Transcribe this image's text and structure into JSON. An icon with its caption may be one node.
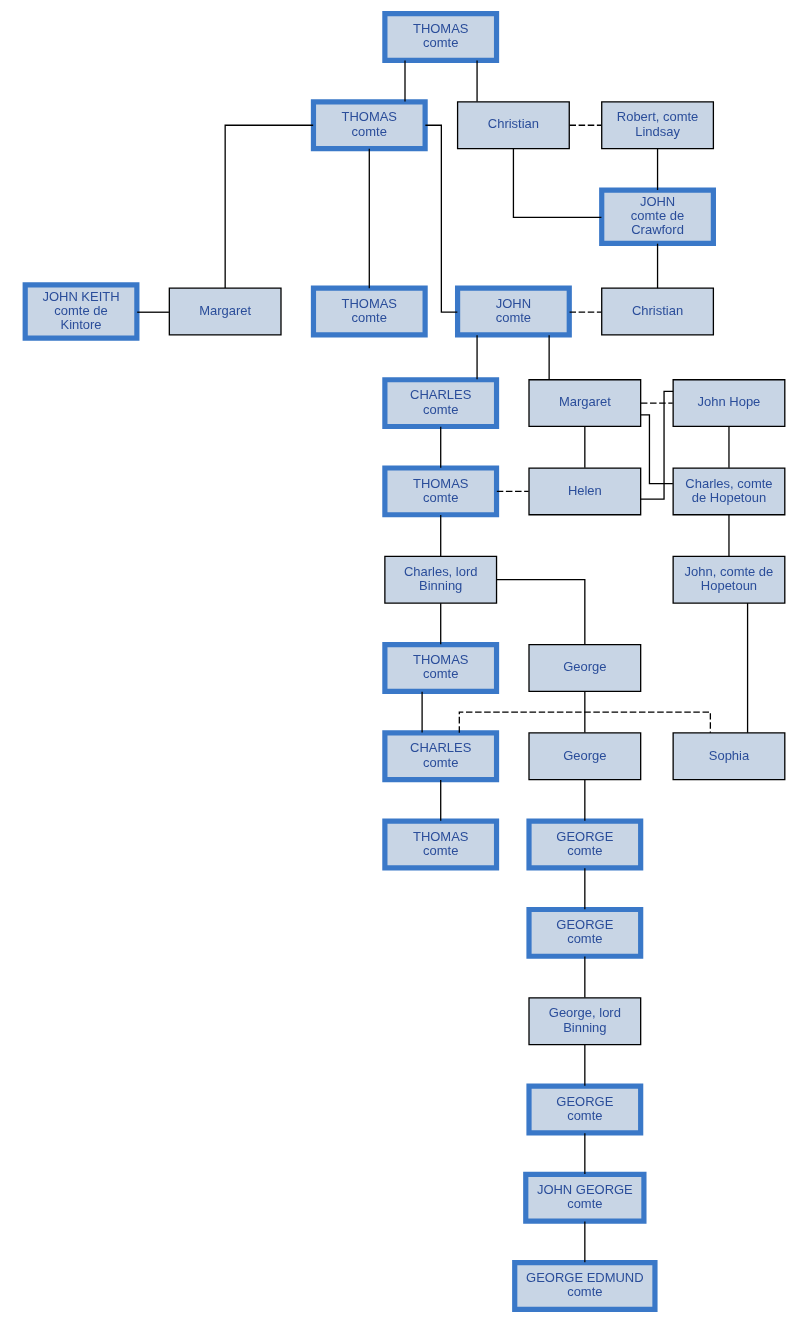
{
  "diagram": {
    "nodes": [
      {
        "text": [
          "THOMAS",
          "comte"
        ]
      },
      {
        "text": [
          "THOMAS",
          "comte"
        ]
      },
      {
        "text": [
          "Christian"
        ]
      },
      {
        "text": [
          "Robert, comte Lindsay"
        ]
      },
      {
        "text": [
          "JOHN",
          "comte de Crawford"
        ]
      },
      {
        "text": [
          "JOHN KEITH",
          "comte de Kintore"
        ]
      },
      {
        "text": [
          "Margaret"
        ]
      },
      {
        "text": [
          "THOMAS",
          "comte"
        ]
      },
      {
        "text": [
          "JOHN",
          "comte"
        ]
      },
      {
        "text": [
          "Christian"
        ]
      },
      {
        "text": [
          "CHARLES",
          "comte"
        ]
      },
      {
        "text": [
          "Margaret"
        ]
      },
      {
        "text": [
          "John Hope"
        ]
      },
      {
        "text": [
          "THOMAS",
          "comte"
        ]
      },
      {
        "text": [
          "Helen"
        ]
      },
      {
        "text": [
          "Charles, comte de Hopetoun"
        ]
      },
      {
        "text": [
          "Charles, lord Binning"
        ]
      },
      {
        "text": [
          "John, comte de Hopetoun"
        ]
      },
      {
        "text": [
          "George"
        ]
      },
      {
        "text": [
          "THOMAS",
          "comte"
        ]
      },
      {
        "text": [
          "George"
        ]
      },
      {
        "text": [
          "CHARLES",
          "comte"
        ]
      },
      {
        "text": [
          "Sophia"
        ]
      },
      {
        "text": [
          "GEORGE",
          "comte"
        ]
      },
      {
        "text": [
          "THOMAS",
          "comte"
        ]
      },
      {
        "text": [
          "GEORGE",
          "comte"
        ]
      },
      {
        "text": [
          "George, lord Binning"
        ]
      },
      {
        "text": [
          "GEORGE",
          "comte"
        ]
      },
      {
        "text": [
          "JOHN GEORGE",
          "comte"
        ]
      },
      {
        "text": [
          "GEORGE EDMUND",
          "comte"
        ]
      }
    ],
    "edges": [
      {
        "from": 0,
        "to": 1,
        "arrow": "none"
      },
      {
        "from": 0,
        "to": 2,
        "arrow": "none"
      },
      {
        "from": 2,
        "to": 3,
        "arrow": "none",
        "style": "dashed"
      },
      {
        "from": 2,
        "to": 4,
        "arrow": "none"
      },
      {
        "from": 3,
        "to": 4,
        "arrow": "none"
      },
      {
        "from": 1,
        "to": 6,
        "arrow": "none"
      },
      {
        "from": 1,
        "to": 7,
        "arrow": "none"
      },
      {
        "from": 1,
        "to": 8,
        "arrow": "none"
      },
      {
        "from": 5,
        "to": 6,
        "arrow": "none"
      },
      {
        "from": 4,
        "to": 9,
        "arrow": "none"
      },
      {
        "from": 8,
        "to": 9,
        "arrow": "none",
        "style": "dashed"
      },
      {
        "from": 8,
        "to": 10,
        "arrow": "none"
      },
      {
        "from": 8,
        "to": 11,
        "arrow": "none"
      },
      {
        "from": 11,
        "to": 12,
        "arrow": "none",
        "style": "dashed"
      },
      {
        "from": 11,
        "to": 14,
        "arrow": "none"
      },
      {
        "from": 11,
        "to": 15,
        "arrow": "none"
      },
      {
        "from": 12,
        "to": 14,
        "arrow": "none"
      },
      {
        "from": 12,
        "to": 15,
        "arrow": "none"
      },
      {
        "from": 10,
        "to": 13,
        "arrow": "none"
      },
      {
        "from": 13,
        "to": 14,
        "arrow": "none",
        "style": "dashed"
      },
      {
        "from": 13,
        "to": 16,
        "arrow": "none"
      },
      {
        "from": 15,
        "to": 17,
        "arrow": "none"
      },
      {
        "from": 16,
        "to": 18,
        "arrow": "none"
      },
      {
        "from": 16,
        "to": 19,
        "arrow": "none"
      },
      {
        "from": 18,
        "to": 20,
        "arrow": "none"
      },
      {
        "from": 19,
        "to": 21,
        "arrow": "none"
      },
      {
        "from": 21,
        "to": 22,
        "arrow": "none",
        "style": "dashed"
      },
      {
        "from": 17,
        "to": 22,
        "arrow": "none"
      },
      {
        "from": 20,
        "to": 23,
        "arrow": "none"
      },
      {
        "from": 21,
        "to": 24,
        "arrow": "none"
      },
      {
        "from": 23,
        "to": 25,
        "arrow": "none"
      },
      {
        "from": 25,
        "to": 26,
        "arrow": "none"
      },
      {
        "from": 26,
        "to": 27,
        "arrow": "none"
      },
      {
        "from": 27,
        "to": 28,
        "arrow": "none"
      },
      {
        "from": 28,
        "to": 29,
        "arrow": "none"
      }
    ]
  }
}
